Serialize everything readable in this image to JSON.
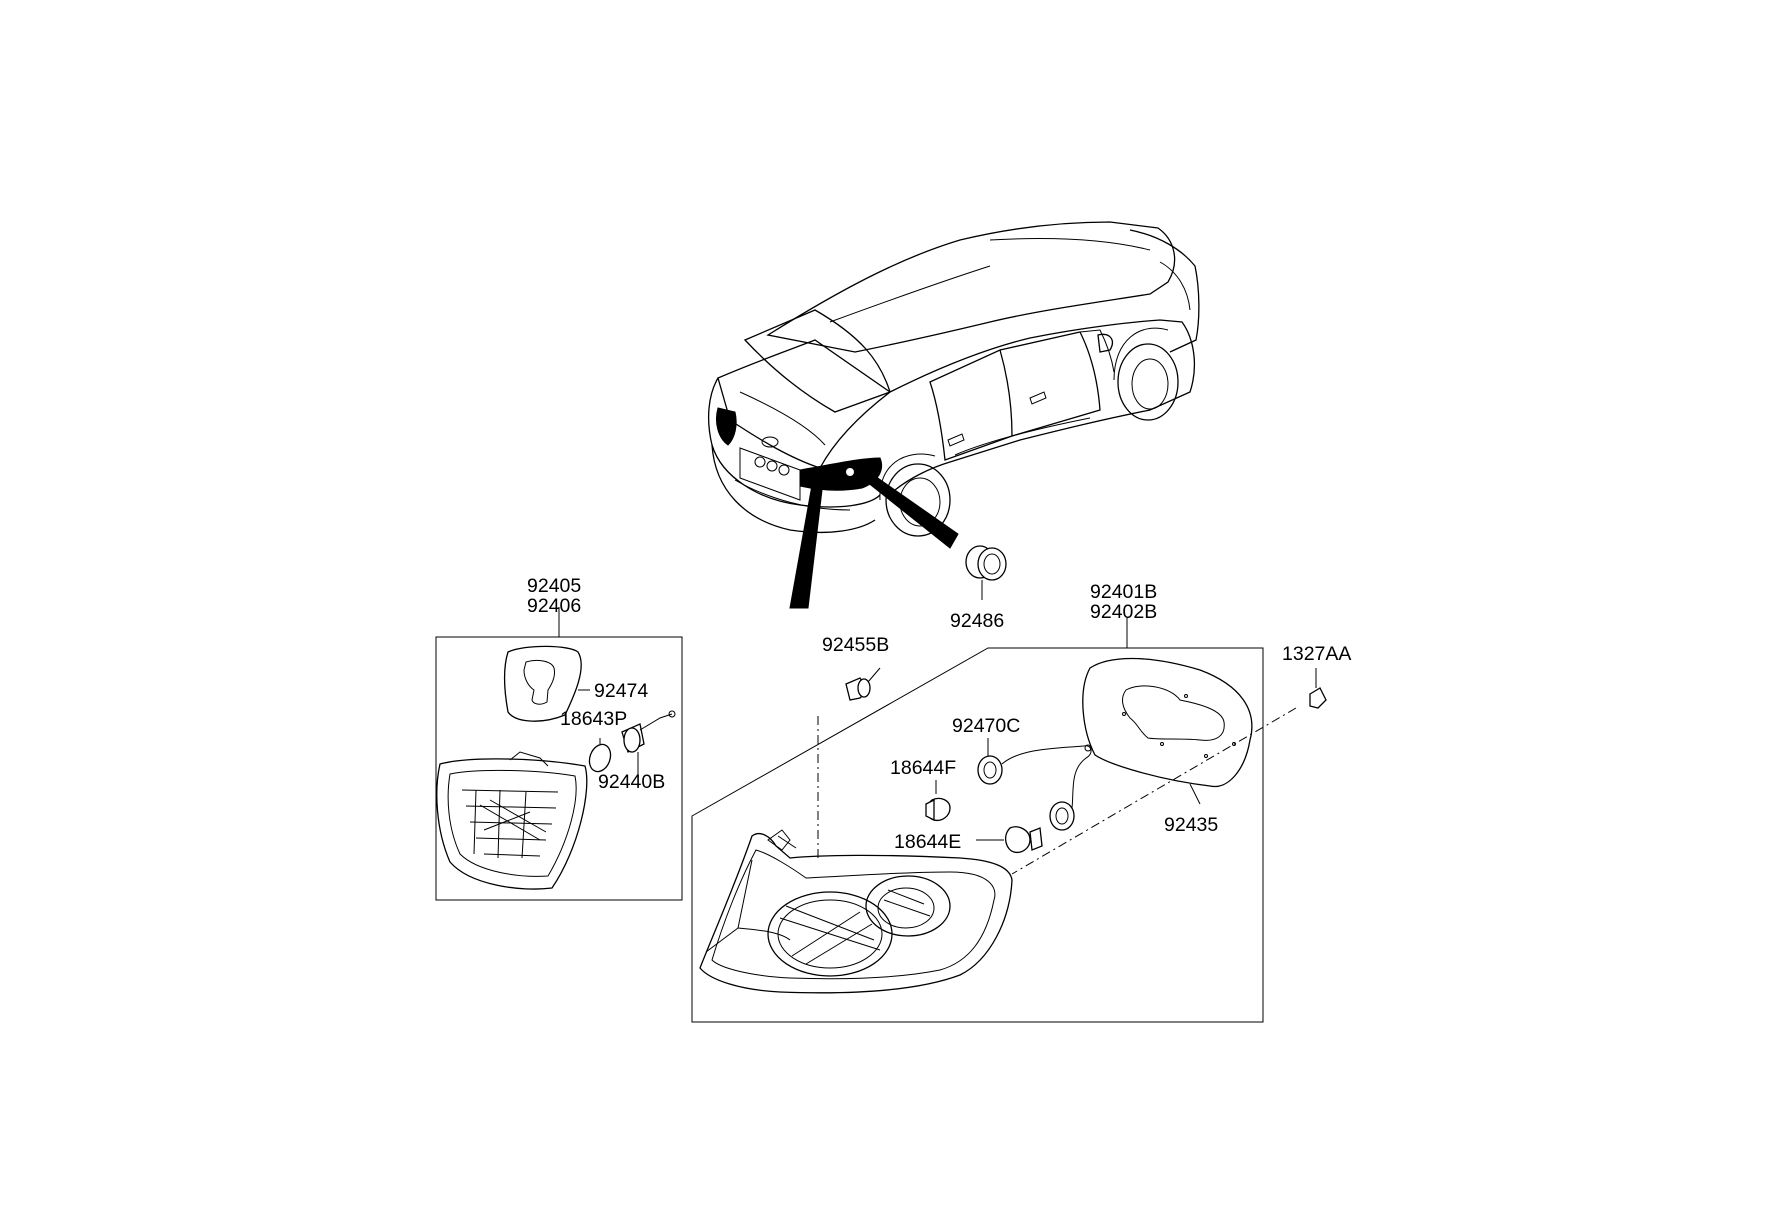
{
  "parts": {
    "p92405": "92405",
    "p92406": "92406",
    "p92474": "92474",
    "p18643P": "18643P",
    "p92440B": "92440B",
    "p92486": "92486",
    "p92455B": "92455B",
    "p92401B": "92401B",
    "p92402B": "92402B",
    "p1327AA": "1327AA",
    "p92470C": "92470C",
    "p18644F": "18644F",
    "p18644E": "18644E",
    "p92435": "92435"
  },
  "colors": {
    "line": "#000000",
    "background": "#ffffff"
  }
}
